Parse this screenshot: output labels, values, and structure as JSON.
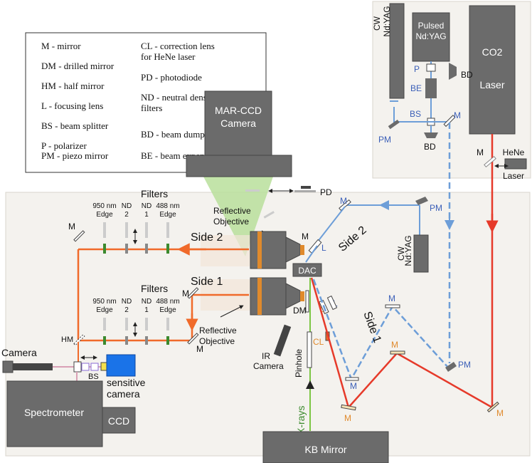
{
  "legend": {
    "left": [
      "M - mirror",
      "DM - drilled mirror",
      "HM - half mirror",
      "L - focusing lens",
      "BS - beam splitter",
      "P - polarizer",
      "PM - piezo mirror"
    ],
    "right": [
      "CL - correction lens",
      "for HeNe laser",
      "PD - photodiode",
      "ND - neutral density",
      "filters",
      "BD - beam dumper",
      "BE - beam expander"
    ]
  },
  "boxes": {
    "marccd": [
      "MAR-CCD",
      "Camera"
    ],
    "pulsed": [
      "Pulsed",
      "Nd:YAG"
    ],
    "cw_top": "CW Nd:YAG",
    "co2": [
      "CO2",
      "Laser"
    ],
    "hene": [
      "HeNe",
      "Laser"
    ],
    "cw_mid": "CW Nd:YAG",
    "dac": "DAC",
    "spectrometer": "Spectrometer",
    "ccd": "CCD",
    "kb": "KB Mirror",
    "sensitive": "sensitive camera",
    "camera": "Camera",
    "ir_camera": [
      "IR",
      "Camera"
    ]
  },
  "filters": {
    "title": "Filters",
    "labels": [
      [
        "950 nm",
        "Edge"
      ],
      [
        "ND",
        "2"
      ],
      [
        "ND",
        "1"
      ],
      [
        "488 nm",
        "Edge"
      ]
    ]
  },
  "sides": {
    "side1": "Side 1",
    "side2": "Side 2"
  },
  "objective": [
    "Reflective",
    "Objective"
  ],
  "beam": {
    "xrays": "X-rays",
    "pinhole": "Pinhole"
  },
  "abbr": {
    "M": "M",
    "PM": "PM",
    "BS": "BS",
    "BD": "BD",
    "BE": "BE",
    "P": "P",
    "L": "L",
    "DM": "DM",
    "CL": "CL",
    "HM": "HM",
    "PD": "PD"
  },
  "colors": {
    "red_beam": "#e63a2a",
    "orange_beam": "#f06a2a",
    "blue_beam": "#6d9ed8",
    "green_beam": "#7cc644",
    "cone": "#b9df9b",
    "gray_box": "#6b6b6b",
    "panel": "#f4f2ee",
    "blue_label": "#3b5fb8",
    "orange_label": "#e08a2c",
    "filter_green": "#3c8a2e",
    "camera_blue": "#1a73e8"
  }
}
